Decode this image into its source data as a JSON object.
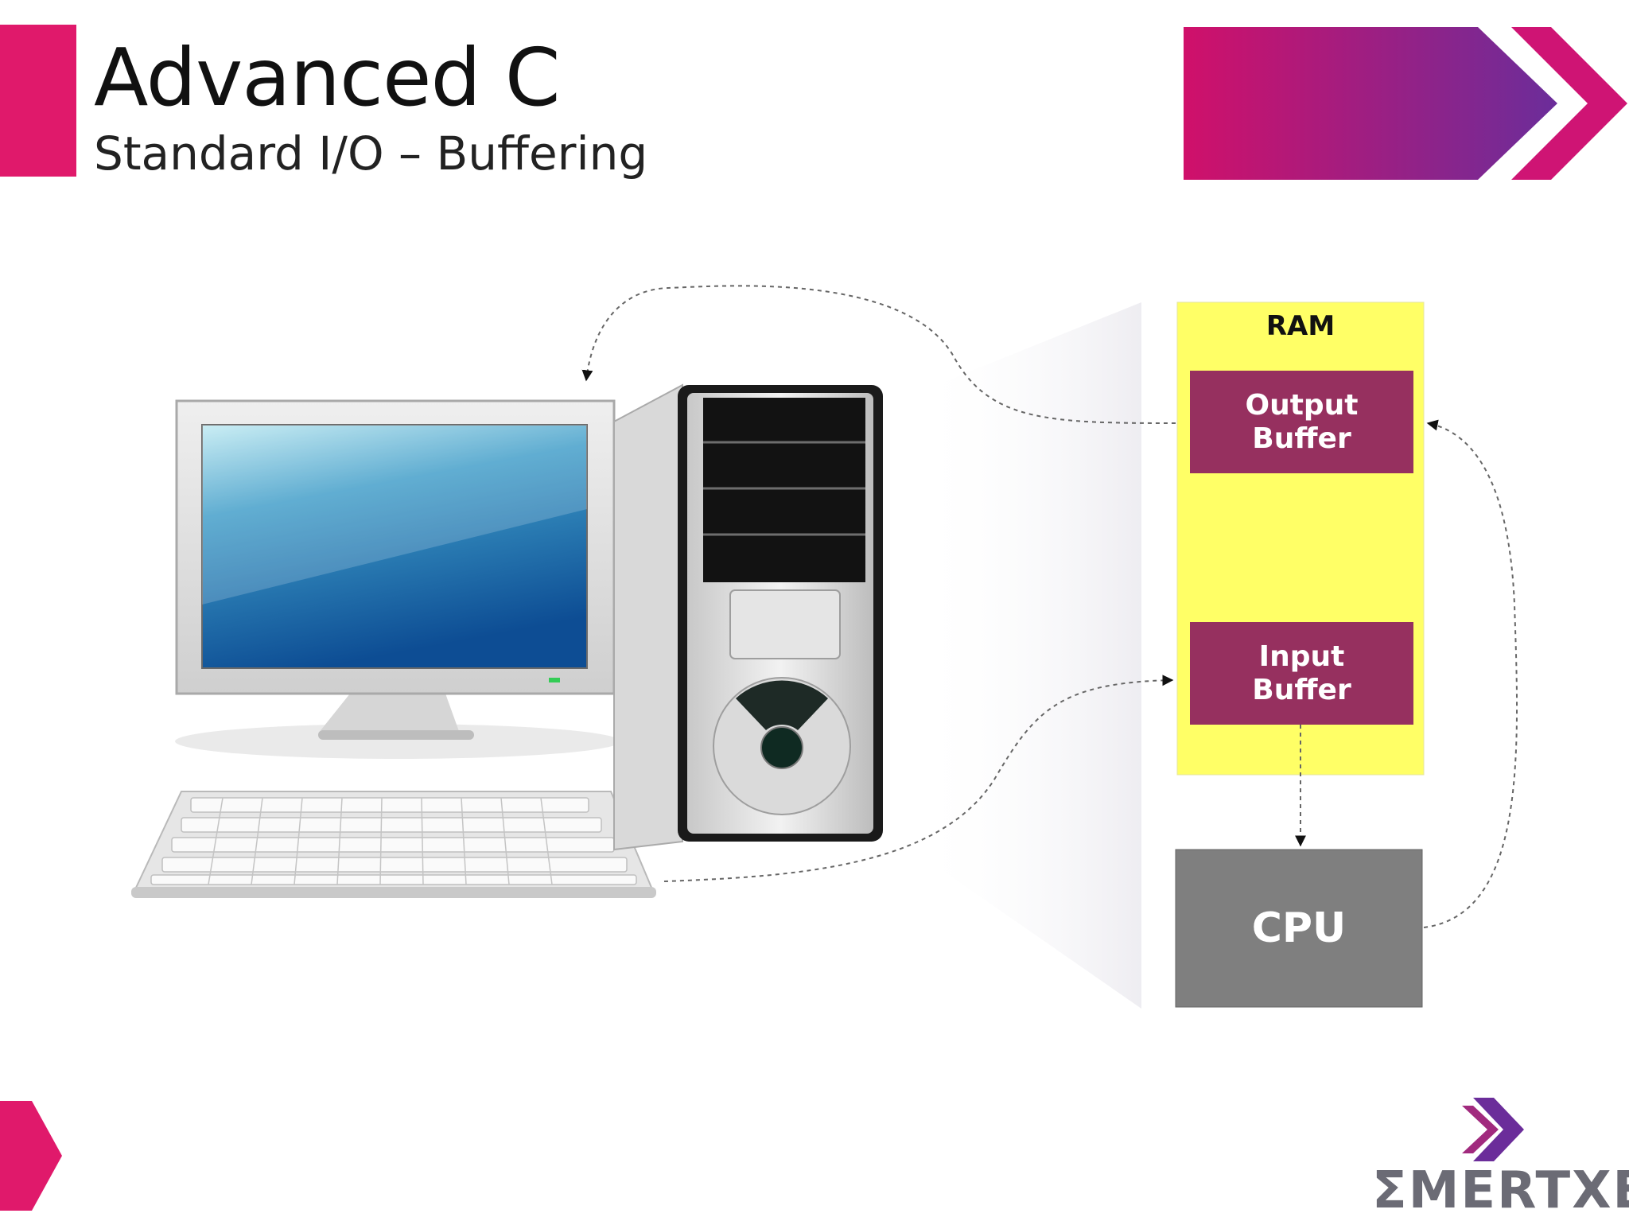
{
  "slide": {
    "title": "Advanced C",
    "subtitle": "Standard I/O – Buffering"
  },
  "diagram": {
    "ram": {
      "label": "RAM",
      "color": "#ffff66"
    },
    "output_buffer": {
      "label": "Output\nBuffer",
      "color": "#96305f"
    },
    "input_buffer": {
      "label": "Input\nBuffer",
      "color": "#96305f"
    },
    "cpu": {
      "label": "CPU",
      "color": "#7f7f7f"
    },
    "devices": [
      "monitor-icon",
      "computer-tower-icon",
      "keyboard-icon"
    ]
  },
  "brand": {
    "logo_text": "ΣMERTXE",
    "accent": "#e0196b",
    "gradient_start": "#d0106a",
    "gradient_end": "#6b2d9a"
  }
}
